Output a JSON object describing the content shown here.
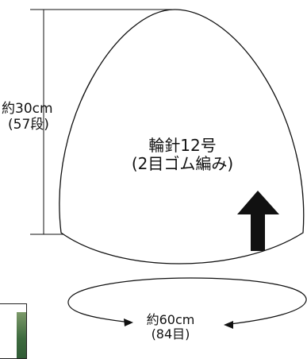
{
  "height_dimension": {
    "line1": "約30cm",
    "line2": "(57段)"
  },
  "center_text": {
    "line1": "輪針12号",
    "line2": "(2目ゴム編み)"
  },
  "circumference_dimension": {
    "line1": "約60cm",
    "line2": "(84目)"
  },
  "colors": {
    "ink": "#111111",
    "background": "#ffffff",
    "thumbnail_green": "#3e6b3f"
  },
  "icons": [
    "knitting-direction-arrow-icon",
    "circular-dimension-arrow-icon"
  ]
}
